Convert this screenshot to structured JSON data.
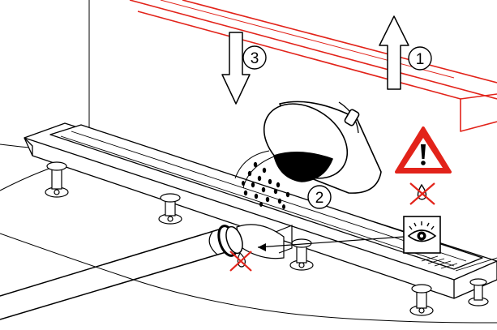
{
  "steps": [
    {
      "number": "1",
      "arrow": "up",
      "meaning": "lift"
    },
    {
      "number": "2",
      "meaning": "pour water"
    },
    {
      "number": "3",
      "arrow": "down",
      "meaning": "lower"
    }
  ],
  "symbols": {
    "warning": {
      "icon": "warning-triangle-icon",
      "color": "#e2231a"
    },
    "no_leak": {
      "icon": "crossed-drop-icon",
      "color": "#e2231a"
    },
    "inspect": {
      "icon": "eye-icon"
    }
  },
  "colors": {
    "accent_red": "#e2231a",
    "line": "#000000",
    "background": "#ffffff"
  }
}
